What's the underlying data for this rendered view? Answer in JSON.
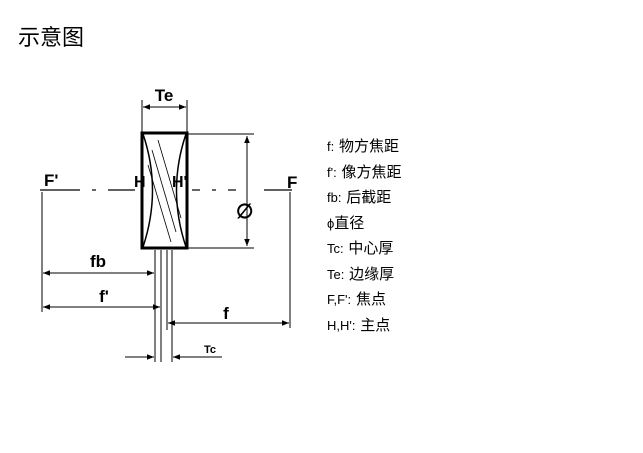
{
  "title": "示意图",
  "diagram": {
    "labels": {
      "te": "Te",
      "f_prime_left": "F'",
      "h": "H",
      "h_prime": "H'",
      "f_right": "F",
      "phi": "∅",
      "fb": "fb",
      "f_prime_dim": "f'",
      "f_dim": "f",
      "tc": "Tc"
    }
  },
  "legend": [
    {
      "key": "f:",
      "desc": "物方焦距"
    },
    {
      "key": "f':",
      "desc": "像方焦距"
    },
    {
      "key": "fb:",
      "desc": "后截距"
    },
    {
      "key": "ϕ",
      "desc": "直径"
    },
    {
      "key": "Tc:",
      "desc": "中心厚"
    },
    {
      "key": "Te:",
      "desc": "边缘厚"
    },
    {
      "key": "F,F':",
      "desc": "焦点"
    },
    {
      "key": "H,H':",
      "desc": "主点"
    }
  ]
}
